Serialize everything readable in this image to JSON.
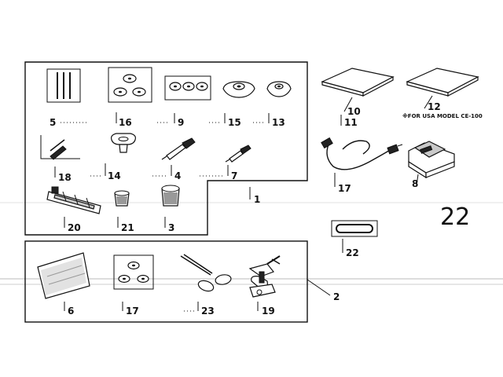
{
  "page_number": "22",
  "model_note": "※FOR USA MODEL CE-100",
  "labels": {
    "l1": "1",
    "l2": "2",
    "l3": "3",
    "l4": "4",
    "l5": "5",
    "l6": "6",
    "l7": "7",
    "l8": "8",
    "l9": "9",
    "l10": "10",
    "l11": "11",
    "l12": "12",
    "l13": "13",
    "l14": "14",
    "l15": "15",
    "l16": "16",
    "l17a": "17",
    "l17b": "17",
    "l18": "18",
    "l19": "19",
    "l20": "20",
    "l21": "21",
    "l22": "22",
    "l23": "23"
  },
  "icons": {
    "needles": "needles-icon",
    "bobbins": "bobbin-icon",
    "spool_cap": "spool-cap-icon",
    "seam_ripper": "seam-ripper-icon",
    "screwdriver": "screwdriver-icon",
    "presser_foot": "presser-foot-icon",
    "felt": "felt-icon",
    "pouch": "pouch-icon",
    "scissors": "scissors-icon",
    "hemmer": "hemmer-icon",
    "manual": "manual-icon",
    "power_cord": "power-cord-icon",
    "foot_controller": "foot-controller-icon",
    "belt": "belt-icon"
  }
}
